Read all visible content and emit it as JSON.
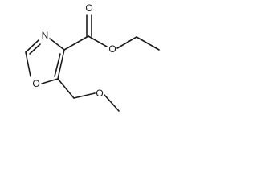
{
  "molecule": {
    "atoms": {
      "carbonyl_oxygen": "O",
      "ester_oxygen": "O",
      "ring_nitrogen": "N",
      "ring_oxygen": "O",
      "ether_oxygen": "O"
    }
  }
}
